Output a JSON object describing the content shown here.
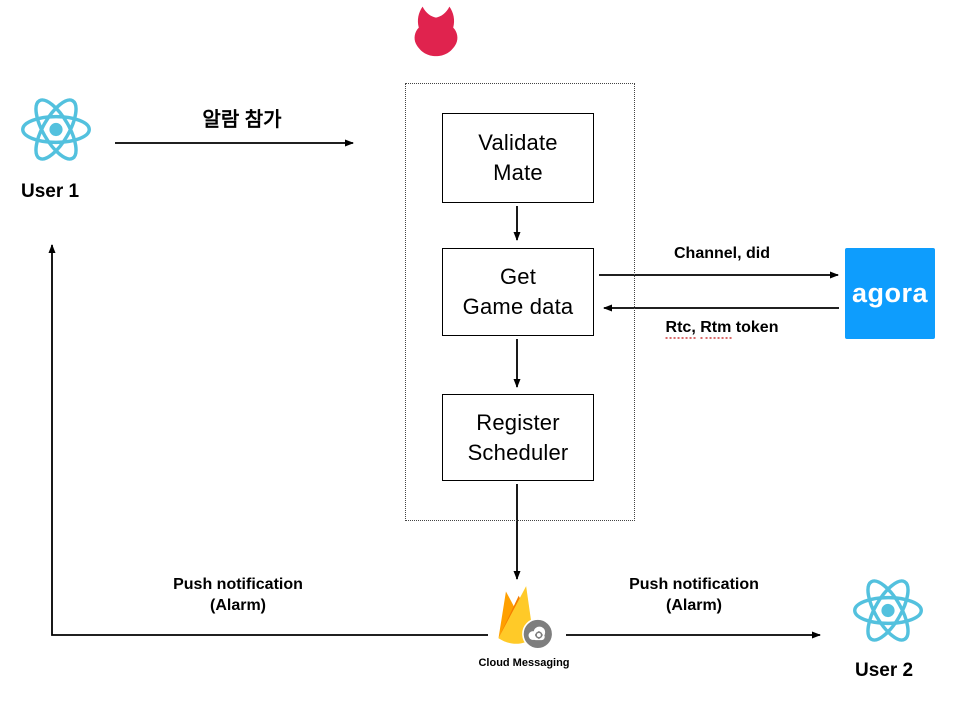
{
  "diagram": {
    "user1": {
      "label": "User 1"
    },
    "user2": {
      "label": "User 2"
    },
    "server_boxes": {
      "validate": {
        "line1": "Validate",
        "line2": "Mate"
      },
      "get_game": {
        "line1": "Get",
        "line2": "Game data"
      },
      "register": {
        "line1": "Register",
        "line2": "Scheduler"
      }
    },
    "agora": {
      "wordmark": "agora"
    },
    "fcm": {
      "caption": "Cloud Messaging"
    },
    "labels": {
      "join_alarm": "알람 참가",
      "channel_did": "Channel, did",
      "rtc_rtm_token": {
        "part1": "Rtc,",
        "part2": "Rtm",
        "part3": "token"
      },
      "push_left": {
        "line1": "Push notification",
        "line2": "(Alarm)"
      },
      "push_right": {
        "line1": "Push notification",
        "line2": "(Alarm)"
      }
    },
    "icons": {
      "top_center": "nestjs-logo",
      "user1": "react-logo",
      "user2": "react-logo",
      "right": "agora-logo",
      "bottom_center": "firebase-cloud-messaging-logo"
    },
    "colors": {
      "react": "#53C1DE",
      "nest": "#E0234E",
      "agora_bg": "#0E9DFD",
      "firebase_amber": "#FFA000",
      "firebase_yellow": "#FFCA28",
      "firebase_orange": "#F57C00",
      "fcm_gear_grey": "#7E7E7E",
      "arrow": "#000000"
    }
  }
}
